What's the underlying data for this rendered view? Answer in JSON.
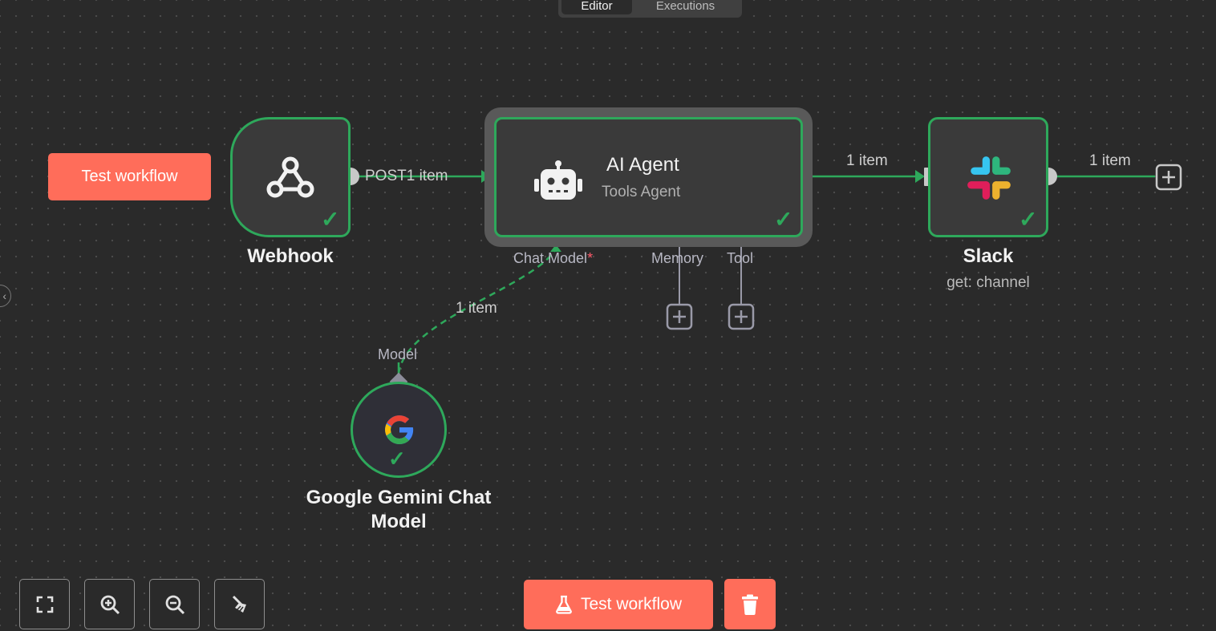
{
  "tabs": {
    "editor": "Editor",
    "executions": "Executions"
  },
  "toolbar_top": {
    "test_workflow": "Test workflow"
  },
  "nodes": {
    "webhook": {
      "name": "Webhook",
      "status": "success"
    },
    "agent": {
      "name": "AI Agent",
      "subtitle": "Tools Agent",
      "status": "success",
      "ports": {
        "chat_model": "Chat Model",
        "required_mark": "*",
        "memory": "Memory",
        "tool": "Tool"
      }
    },
    "slack": {
      "name": "Slack",
      "subtitle": "get: channel",
      "status": "success"
    },
    "gemini": {
      "name_line1": "Google Gemini Chat",
      "name_line2": "Model",
      "port": "Model",
      "status": "success"
    }
  },
  "edges": {
    "webhook_to_agent": {
      "method": "POST",
      "count": "1 item"
    },
    "agent_to_slack": {
      "count": "1 item"
    },
    "slack_out": {
      "count": "1 item"
    },
    "gemini_to_agent": {
      "count": "1 item"
    }
  },
  "bottom": {
    "test_workflow": "Test workflow"
  },
  "icons": {
    "canvas_controls": [
      "fullscreen-icon",
      "zoom-in-icon",
      "zoom-out-icon",
      "tidy-up-icon"
    ],
    "webhook": "webhook-icon",
    "agent": "robot-icon",
    "slack": "slack-logo",
    "gemini": "google-logo",
    "test": "flask-icon",
    "delete": "trash-icon",
    "add": "plus-square-icon"
  },
  "colors": {
    "accent": "#ff6d5a",
    "success": "#2ea85b",
    "canvas": "#2a2a2a",
    "node": "#3a3a3a"
  }
}
